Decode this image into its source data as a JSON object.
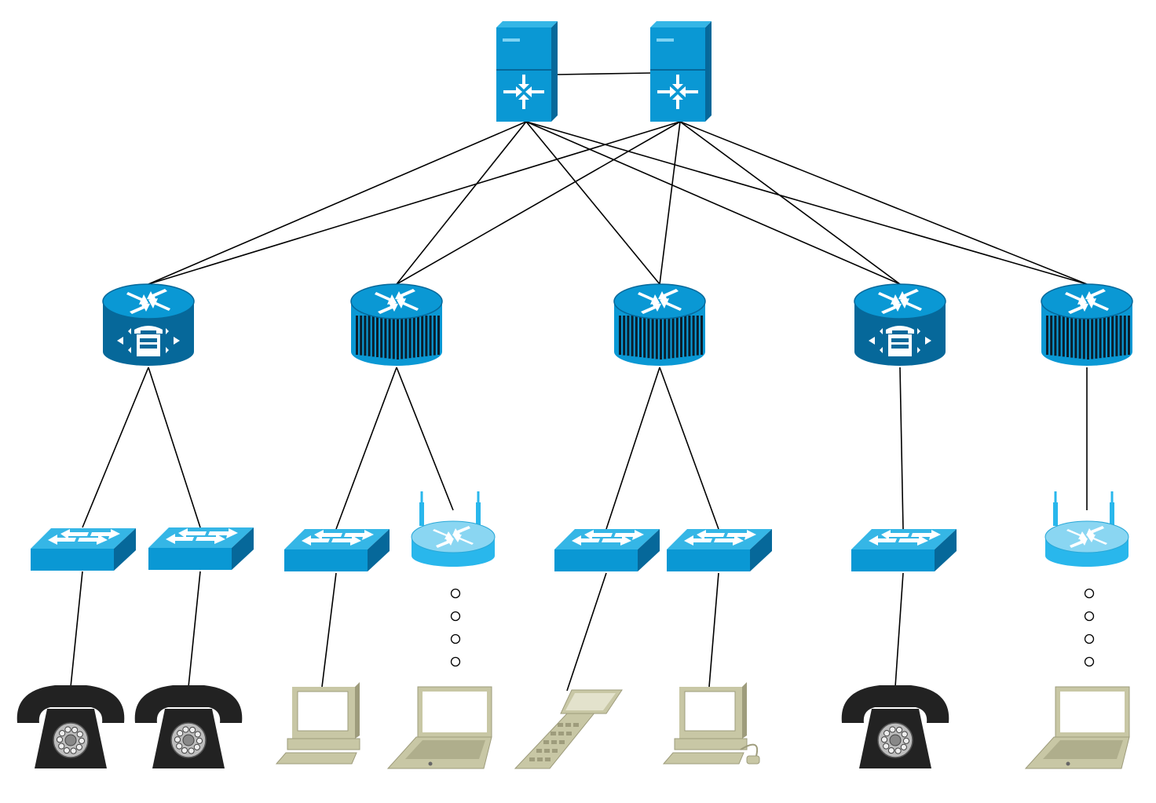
{
  "diagram": {
    "type": "network-topology",
    "colors": {
      "device_blue": "#0a98d4",
      "device_dark_blue": "#06689a",
      "device_light": "#35b6e6",
      "wireless_router": "#29b7ec",
      "phone": "#222222",
      "computer_beige": "#c8c7a5",
      "computer_shadow": "#9e9c7c",
      "link": "#000000"
    },
    "nodes": [
      {
        "id": "core-1",
        "kind": "layer3-switch",
        "tier": "core"
      },
      {
        "id": "core-2",
        "kind": "layer3-switch",
        "tier": "core"
      },
      {
        "id": "dist-1",
        "kind": "voice-router",
        "tier": "distribution"
      },
      {
        "id": "dist-2",
        "kind": "router-fan",
        "tier": "distribution"
      },
      {
        "id": "dist-3",
        "kind": "router-fan",
        "tier": "distribution"
      },
      {
        "id": "dist-4",
        "kind": "voice-router",
        "tier": "distribution"
      },
      {
        "id": "dist-5",
        "kind": "router-fan",
        "tier": "distribution"
      },
      {
        "id": "acc-1",
        "kind": "workgroup-switch",
        "tier": "access"
      },
      {
        "id": "acc-2",
        "kind": "workgroup-switch",
        "tier": "access"
      },
      {
        "id": "acc-3",
        "kind": "workgroup-switch",
        "tier": "access"
      },
      {
        "id": "acc-4",
        "kind": "wireless-router",
        "tier": "access"
      },
      {
        "id": "acc-5",
        "kind": "workgroup-switch",
        "tier": "access"
      },
      {
        "id": "acc-6",
        "kind": "workgroup-switch",
        "tier": "access"
      },
      {
        "id": "acc-7",
        "kind": "workgroup-switch",
        "tier": "access"
      },
      {
        "id": "acc-8",
        "kind": "wireless-router",
        "tier": "access"
      },
      {
        "id": "end-1",
        "kind": "phone",
        "tier": "endpoint"
      },
      {
        "id": "end-2",
        "kind": "phone",
        "tier": "endpoint"
      },
      {
        "id": "end-3",
        "kind": "desktop-pc",
        "tier": "endpoint"
      },
      {
        "id": "end-4",
        "kind": "laptop",
        "tier": "endpoint"
      },
      {
        "id": "end-5",
        "kind": "pda",
        "tier": "endpoint"
      },
      {
        "id": "end-6",
        "kind": "desktop-pc",
        "tier": "endpoint"
      },
      {
        "id": "end-7",
        "kind": "phone",
        "tier": "endpoint"
      },
      {
        "id": "end-8",
        "kind": "laptop",
        "tier": "endpoint"
      }
    ],
    "links": [
      [
        "core-1",
        "core-2"
      ],
      [
        "core-1",
        "dist-1"
      ],
      [
        "core-1",
        "dist-2"
      ],
      [
        "core-1",
        "dist-3"
      ],
      [
        "core-1",
        "dist-4"
      ],
      [
        "core-1",
        "dist-5"
      ],
      [
        "core-2",
        "dist-1"
      ],
      [
        "core-2",
        "dist-2"
      ],
      [
        "core-2",
        "dist-3"
      ],
      [
        "core-2",
        "dist-4"
      ],
      [
        "core-2",
        "dist-5"
      ],
      [
        "dist-1",
        "acc-1"
      ],
      [
        "dist-1",
        "acc-2"
      ],
      [
        "dist-2",
        "acc-3"
      ],
      [
        "dist-2",
        "acc-4"
      ],
      [
        "dist-3",
        "acc-5"
      ],
      [
        "dist-3",
        "acc-6"
      ],
      [
        "dist-4",
        "acc-7"
      ],
      [
        "dist-5",
        "acc-8"
      ],
      [
        "acc-1",
        "end-1"
      ],
      [
        "acc-2",
        "end-2"
      ],
      [
        "acc-3",
        "end-3"
      ],
      [
        "acc-5",
        "end-5"
      ],
      [
        "acc-6",
        "end-6"
      ],
      [
        "acc-7",
        "end-7"
      ]
    ],
    "wireless_links": [
      {
        "from": "acc-4",
        "to": "end-4",
        "style": "dots"
      },
      {
        "from": "acc-8",
        "to": "end-8",
        "style": "dots"
      }
    ]
  }
}
